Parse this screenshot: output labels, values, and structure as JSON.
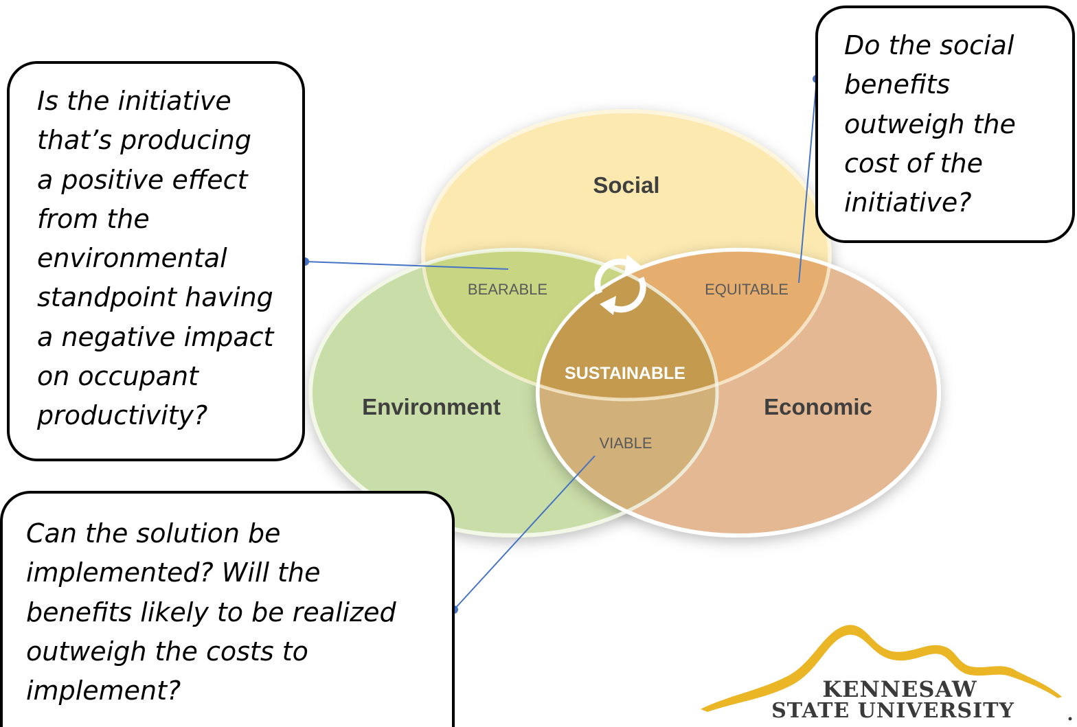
{
  "diagram": {
    "circles": {
      "social": "Social",
      "environment": "Environment",
      "economic": "Economic"
    },
    "overlaps": {
      "bearable": "BEARABLE",
      "equitable": "EQUITABLE",
      "viable": "VIABLE",
      "sustainable": "SUSTAINABLE"
    },
    "colors": {
      "social": "#FBE9B0",
      "environment": "#C9DDA8",
      "economic": "#E3B893",
      "connector": "#4472C4",
      "logo_gold": "#EBB625"
    }
  },
  "callouts": {
    "left": [
      "Is the initiative",
      "that’s producing",
      "a positive effect",
      "from the",
      "environmental",
      "standpoint having",
      "a negative impact",
      "on occupant",
      "productivity?"
    ],
    "right": [
      "Do the social",
      "benefits",
      "outweigh the",
      "cost of the",
      "initiative?"
    ],
    "bottom": [
      "Can the solution be",
      "implemented? Will the",
      "benefits likely to be realized",
      "outweigh the costs to",
      "implement?"
    ]
  },
  "logo": {
    "line1": "KENNESAW",
    "line2": "STATE UNIVERSITY"
  }
}
